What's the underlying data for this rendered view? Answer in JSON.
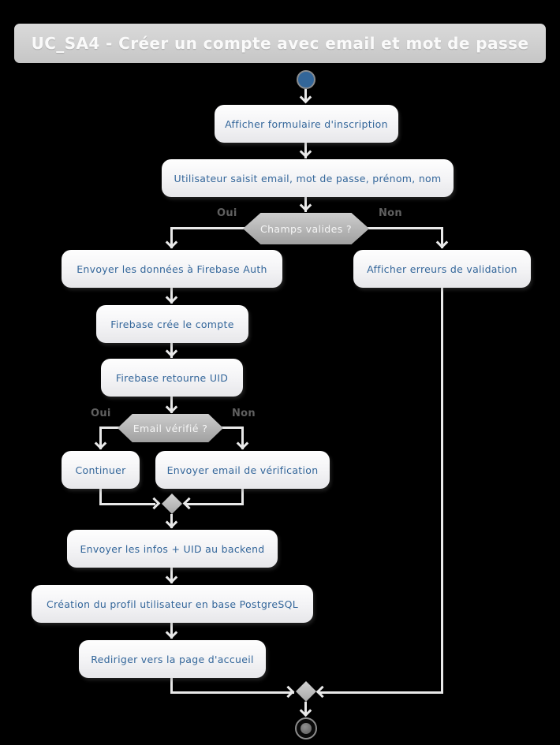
{
  "title": "UC_SA4 - Créer un compte avec email et mot de passe",
  "activities": [
    {
      "label": "Afficher formulaire d'inscription"
    },
    {
      "label": "Utilisateur saisit email, mot de passe, prénom, nom"
    },
    {
      "label": "Envoyer les données à Firebase Auth"
    },
    {
      "label": "Afficher erreurs de validation"
    },
    {
      "label": "Firebase crée le compte"
    },
    {
      "label": "Firebase retourne UID"
    },
    {
      "label": "Continuer"
    },
    {
      "label": "Envoyer email de vérification"
    },
    {
      "label": "Envoyer les infos + UID au backend"
    },
    {
      "label": "Création du profil utilisateur en base PostgreSQL"
    },
    {
      "label": "Rediriger vers la page d'accueil"
    }
  ],
  "decisions": [
    {
      "label": "Champs valides ?",
      "yes_label": "Oui",
      "no_label": "Non"
    },
    {
      "label": "Email vérifié ?",
      "yes_label": "Oui",
      "no_label": "Non"
    }
  ],
  "colors": {
    "background": "#000000",
    "title_bar_fill": "#cfcfcf",
    "title_text": "#fafafa",
    "activity_fill": "#f4f4f6",
    "activity_text": "#33669a",
    "decision_fill": "#b4b4b4",
    "decision_text": "#f5f5f5",
    "edge_label_text": "#606060",
    "connector": "#e9e9e9",
    "start_node_fill": "#336699",
    "end_node_fill": "#6e6e6e"
  }
}
